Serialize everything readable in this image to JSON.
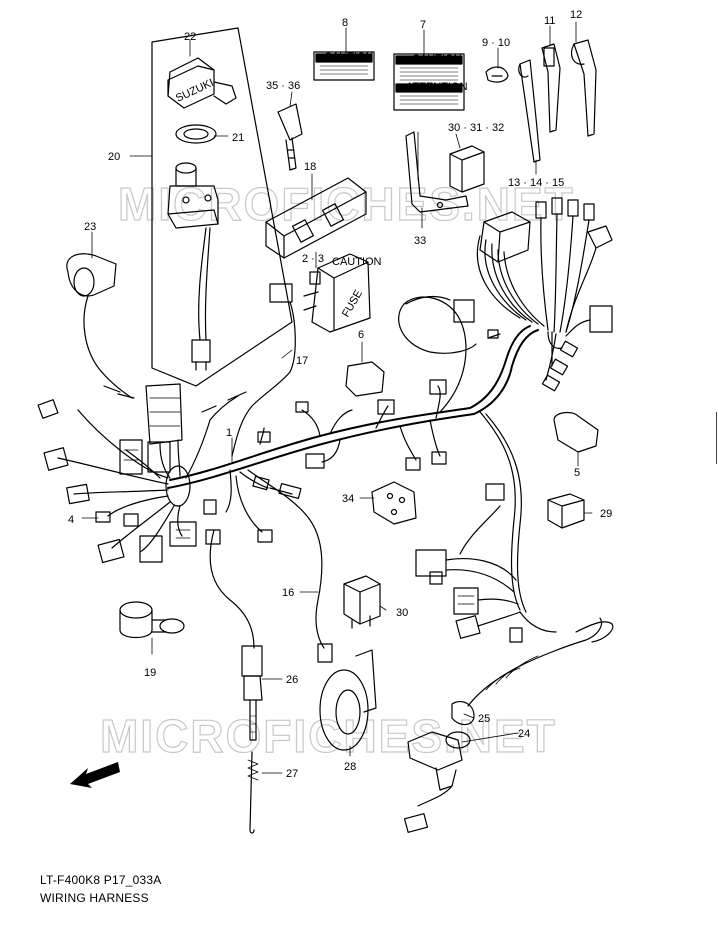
{
  "diagram": {
    "watermark": "MICROFICHES.NET",
    "callouts": [
      "1",
      "2 · 3",
      "4",
      "5",
      "6",
      "7",
      "8",
      "9 · 10",
      "11",
      "12",
      "13 · 14 · 15",
      "16",
      "17",
      "18",
      "19",
      "20",
      "21",
      "22",
      "23",
      "24",
      "25",
      "26",
      "27",
      "28",
      "29",
      "30",
      "30 · 31 · 32",
      "33",
      "34",
      "35 · 36"
    ],
    "stickers": {
      "caution": "CAUTION",
      "attention": "ATTENTION"
    },
    "part_text": {
      "fuse": "FUSE",
      "fwd": "FWD",
      "brand": "SUZUKI"
    }
  },
  "footer": {
    "code": "LT-F400K8 P17_033A",
    "title": "WIRING HARNESS"
  },
  "colors": {
    "line": "#000000",
    "watermark": "#c8c8c8",
    "background": "#ffffff"
  }
}
